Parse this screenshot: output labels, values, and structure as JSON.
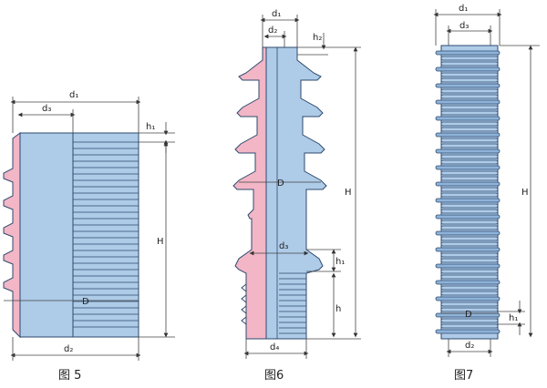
{
  "figures": [
    {
      "caption": "图 5",
      "dims": {
        "d1": "d₁",
        "d3": "d₃",
        "d2": "d₂",
        "h1": "h₁",
        "H": "H",
        "D": "D"
      }
    },
    {
      "caption": "图6",
      "dims": {
        "d1": "d₁",
        "d2": "d₂",
        "h2": "h₂",
        "H": "H",
        "D": "D",
        "d3": "d₃",
        "h1": "h₁",
        "h": "h",
        "d4": "d₄"
      }
    },
    {
      "caption": "图7",
      "dims": {
        "d1": "d₁",
        "d3": "d₃",
        "H": "H",
        "D": "D",
        "h1": "h₁",
        "d2": "d₂"
      }
    }
  ],
  "colors": {
    "blue": "#aecbe8",
    "blue_dark": "#8fb3d8",
    "pink": "#f2b6c6",
    "outline": "#2f4a6e"
  }
}
